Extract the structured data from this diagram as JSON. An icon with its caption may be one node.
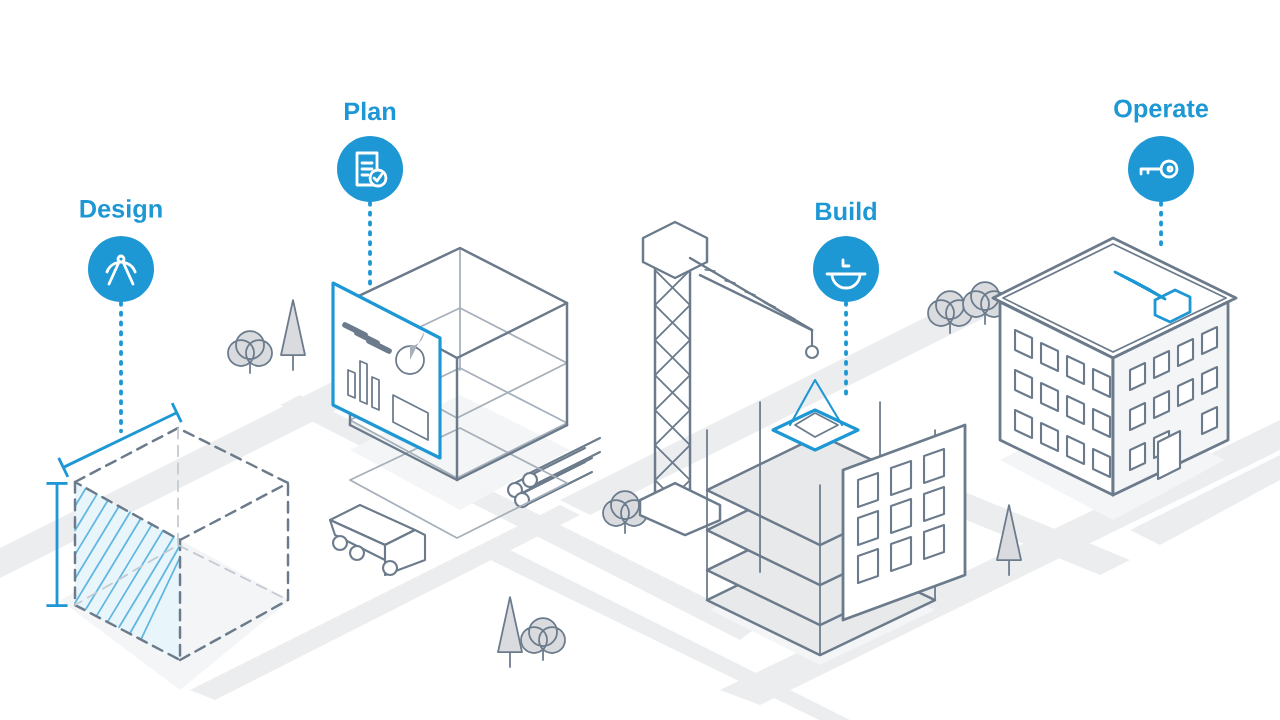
{
  "diagram": {
    "nodes": [
      {
        "text": [
          "Design"
        ]
      },
      {
        "text": [
          "Plan"
        ]
      },
      {
        "text": [
          "Build"
        ]
      },
      {
        "text": [
          "Operate"
        ]
      },
      {
        "text": [],
        "shape": "picture"
      },
      {
        "text": [],
        "shape": "picture"
      },
      {
        "text": [],
        "shape": "picture"
      },
      {
        "text": [],
        "shape": "picture"
      }
    ],
    "edges": [
      {
        "from": 0,
        "to": 4,
        "arrow": "none",
        "style": "dashed",
        "color": "#1e98d5"
      },
      {
        "from": 1,
        "to": 5,
        "arrow": "none",
        "style": "dashed",
        "color": "#1e98d5"
      },
      {
        "from": 2,
        "to": 6,
        "arrow": "none",
        "style": "dashed",
        "color": "#1e98d5"
      },
      {
        "from": 3,
        "to": 7,
        "arrow": "none",
        "style": "dashed",
        "color": "#1e98d5"
      }
    ]
  }
}
